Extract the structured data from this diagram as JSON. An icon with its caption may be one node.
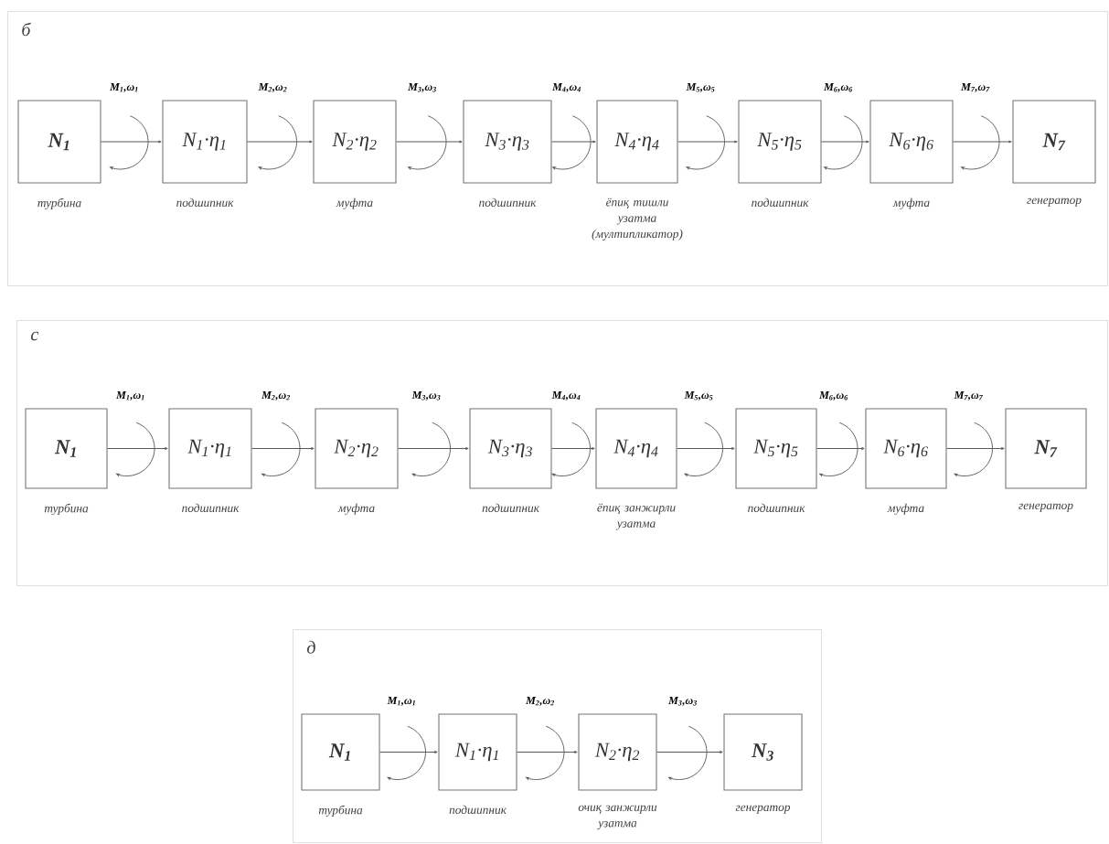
{
  "diagram": {
    "nodes": [
      {
        "text": [
          "б"
        ]
      },
      {
        "text": [
          "N$_{1}$"
        ],
        "in": 0,
        "beside": [
          "турбина"
        ]
      },
      {
        "text": [
          "N$_{1}$·η$_{1}$"
        ],
        "in": 0,
        "beside": [
          "подшипник"
        ]
      },
      {
        "text": [
          "N$_{2}$·η$_{2}$"
        ],
        "in": 0,
        "beside": [
          "муфта"
        ]
      },
      {
        "text": [
          "N$_{3}$·η$_{3}$"
        ],
        "in": 0,
        "beside": [
          "подшипник"
        ]
      },
      {
        "text": [
          "N$_{4}$·η$_{4}$"
        ],
        "in": 0,
        "beside": [
          "ёпиқ тишли узатма (мултипликатор)"
        ]
      },
      {
        "text": [
          "N$_{5}$·η$_{5}$"
        ],
        "in": 0,
        "beside": [
          "подшипник"
        ]
      },
      {
        "text": [
          "N$_{6}$·η$_{6}$"
        ],
        "in": 0,
        "beside": [
          "муфта"
        ]
      },
      {
        "text": [
          "N$_{7}$"
        ],
        "in": 0,
        "beside": [
          "генератор"
        ]
      },
      {
        "text": [
          "с"
        ]
      },
      {
        "text": [
          "N$_{1}$"
        ],
        "in": 9,
        "beside": [
          "турбина"
        ]
      },
      {
        "text": [
          "N$_{1}$·η$_{1}$"
        ],
        "in": 9,
        "beside": [
          "подшипник"
        ]
      },
      {
        "text": [
          "N$_{2}$·η$_{2}$"
        ],
        "in": 9,
        "beside": [
          "муфта"
        ]
      },
      {
        "text": [
          "N$_{3}$·η$_{3}$"
        ],
        "in": 9,
        "beside": [
          "подшипник"
        ]
      },
      {
        "text": [
          "N$_{4}$·η$_{4}$"
        ],
        "in": 9,
        "beside": [
          "ёпиқ занжирли узатма"
        ]
      },
      {
        "text": [
          "N$_{5}$·η$_{5}$"
        ],
        "in": 9,
        "beside": [
          "подшипник"
        ]
      },
      {
        "text": [
          "N$_{6}$·η$_{6}$"
        ],
        "in": 9,
        "beside": [
          "муфта"
        ]
      },
      {
        "text": [
          "N$_{7}$"
        ],
        "in": 9,
        "beside": [
          "генератор"
        ]
      },
      {
        "text": [
          "д"
        ]
      },
      {
        "text": [
          "N$_{1}$"
        ],
        "in": 18,
        "beside": [
          "турбина"
        ]
      },
      {
        "text": [
          "N$_{1}$·η$_{1}$"
        ],
        "in": 18,
        "beside": [
          "подшипник"
        ]
      },
      {
        "text": [
          "N$_{2}$·η$_{2}$"
        ],
        "in": 18,
        "beside": [
          "очиқ занжирли узатма"
        ]
      },
      {
        "text": [
          "N$_{3}$"
        ],
        "in": 18,
        "beside": [
          "генератор"
        ]
      }
    ],
    "edges": [
      {
        "from": 1,
        "to": 2,
        "arrow": "to",
        "label": "M$_{1}$,ω$_{1}$"
      },
      {
        "from": 2,
        "to": 3,
        "arrow": "to",
        "label": "M$_{2}$,ω$_{2}$"
      },
      {
        "from": 3,
        "to": 4,
        "arrow": "to",
        "label": "M$_{3}$,ω$_{3}$"
      },
      {
        "from": 4,
        "to": 5,
        "arrow": "to",
        "label": "M$_{4}$,ω$_{4}$"
      },
      {
        "from": 5,
        "to": 6,
        "arrow": "to",
        "label": "M$_{5}$,ω$_{5}$"
      },
      {
        "from": 6,
        "to": 7,
        "arrow": "to",
        "label": "M$_{6}$,ω$_{6}$"
      },
      {
        "from": 7,
        "to": 8,
        "arrow": "to",
        "label": "M$_{7}$,ω$_{7}$"
      },
      {
        "from": 10,
        "to": 11,
        "arrow": "to",
        "label": "M$_{1}$,ω$_{1}$"
      },
      {
        "from": 11,
        "to": 12,
        "arrow": "to",
        "label": "M$_{2}$,ω$_{2}$"
      },
      {
        "from": 12,
        "to": 13,
        "arrow": "to",
        "label": "M$_{3}$,ω$_{3}$"
      },
      {
        "from": 13,
        "to": 14,
        "arrow": "to",
        "label": "M$_{4}$,ω$_{4}$"
      },
      {
        "from": 14,
        "to": 15,
        "arrow": "to",
        "label": "M$_{5}$,ω$_{5}$"
      },
      {
        "from": 15,
        "to": 16,
        "arrow": "to",
        "label": "M$_{6}$,ω$_{6}$"
      },
      {
        "from": 16,
        "to": 17,
        "arrow": "to",
        "label": "M$_{7}$,ω$_{7}$"
      },
      {
        "from": 19,
        "to": 20,
        "arrow": "to",
        "label": "M$_{1}$,ω$_{1}$"
      },
      {
        "from": 20,
        "to": 21,
        "arrow": "to",
        "label": "M$_{2}$,ω$_{2}$"
      },
      {
        "from": 21,
        "to": 22,
        "arrow": "to",
        "label": "M$_{3}$,ω$_{3}$"
      }
    ]
  }
}
